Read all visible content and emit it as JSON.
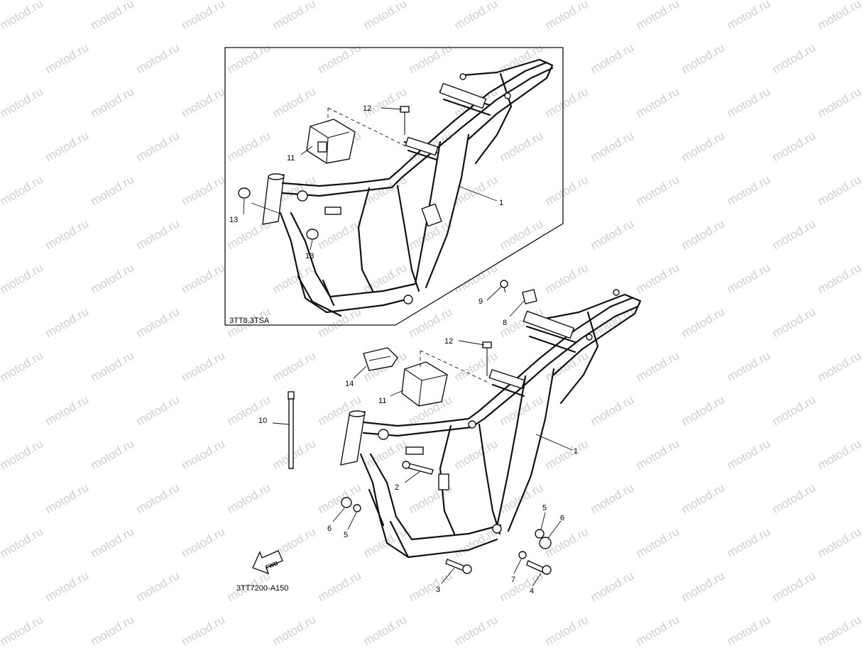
{
  "watermark": "motod.ru",
  "inset": {
    "caption": "3TT8,3TSA",
    "callouts": {
      "c1": "1",
      "c11": "11",
      "c12": "12",
      "c13a": "13",
      "c13b": "13"
    }
  },
  "main": {
    "callouts": {
      "c1": "1",
      "c2": "2",
      "c3": "3",
      "c4": "4",
      "c5a": "5",
      "c5b": "5",
      "c6a": "6",
      "c6b": "6",
      "c7": "7",
      "c8": "8",
      "c9": "9",
      "c10": "10",
      "c11": "11",
      "c12": "12",
      "c14": "14"
    },
    "fwd_label": "FWD",
    "diagram_code": "3TT7200-A150"
  },
  "colors": {
    "ink": "#111111",
    "watermark": "#cfcfcf",
    "background": "#ffffff"
  }
}
